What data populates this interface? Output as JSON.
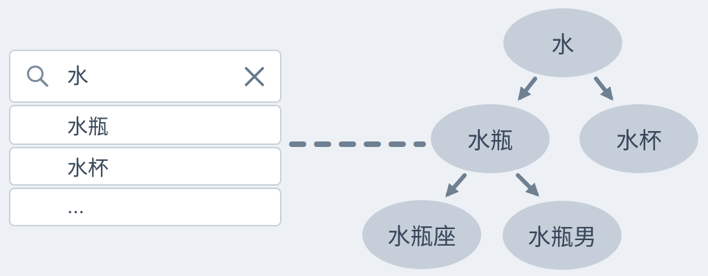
{
  "colors": {
    "background": "#edf1f5",
    "box_background": "#ffffff",
    "box_border": "#c7d1dc",
    "node_fill": "#c6cfd9",
    "connector": "#6e8091",
    "text_dark": "#3a4a5c",
    "icon_slate": "#7b8b9b"
  },
  "icons": {
    "search": "magnifier",
    "clear": "x-cross"
  },
  "search": {
    "query": "水",
    "suggestions": [
      "水瓶",
      "水杯",
      "..."
    ]
  },
  "tree": {
    "nodes": [
      {
        "id": "water",
        "label": "水"
      },
      {
        "id": "water-bottle",
        "label": "水瓶"
      },
      {
        "id": "water-cup",
        "label": "水杯"
      },
      {
        "id": "aquarius",
        "label": "水瓶座"
      },
      {
        "id": "aquarius-man",
        "label": "水瓶男"
      }
    ],
    "edges": [
      {
        "from": "水",
        "to": "水瓶"
      },
      {
        "from": "水",
        "to": "水杯"
      },
      {
        "from": "水瓶",
        "to": "水瓶座"
      },
      {
        "from": "水瓶",
        "to": "水瓶男"
      }
    ]
  }
}
